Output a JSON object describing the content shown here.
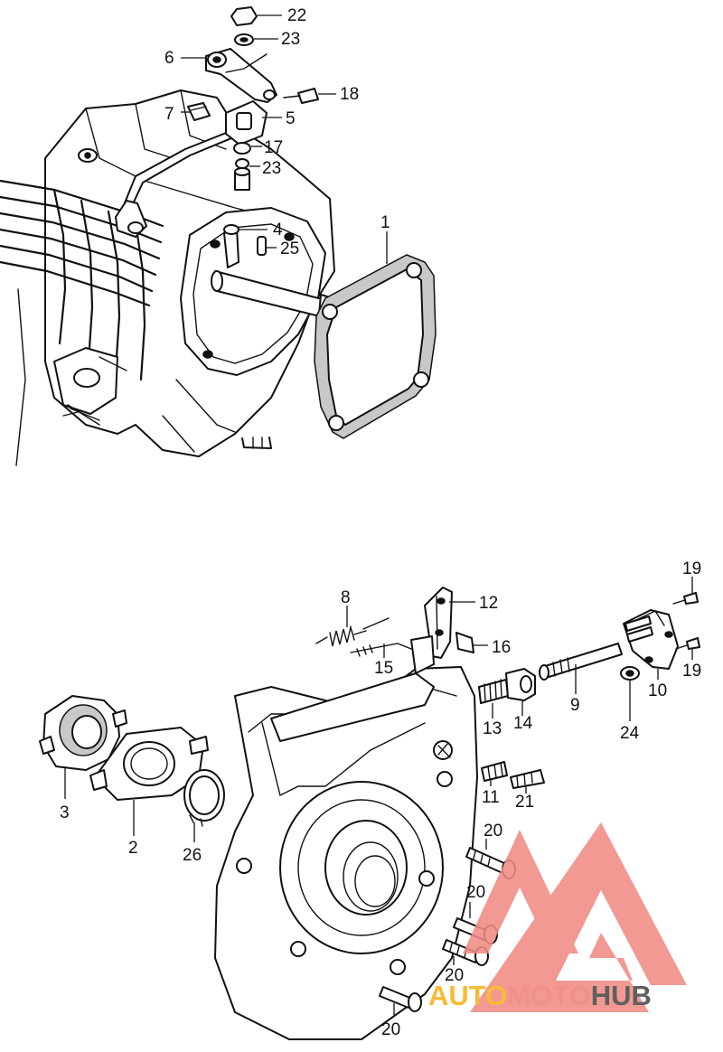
{
  "diagram": {
    "callouts_upper": [
      "22",
      "23",
      "6",
      "18",
      "7",
      "5",
      "17",
      "23",
      "4",
      "25",
      "1"
    ],
    "callouts_lower": [
      "19",
      "8",
      "12",
      "16",
      "15",
      "19",
      "13",
      "14",
      "9",
      "10",
      "24",
      "3",
      "11",
      "21",
      "2",
      "26",
      "20",
      "20",
      "20",
      "20"
    ]
  },
  "watermark": {
    "word_part1": "AUTO",
    "word_part2": "MOTO",
    "word_part3": "HUB",
    "color_part1": "#f6b21a",
    "color_part2": "#f0837a",
    "color_part3": "#4a4a4a",
    "triangle_color": "#f08b84"
  },
  "colors": {
    "line": "#111111",
    "background": "#ffffff"
  }
}
